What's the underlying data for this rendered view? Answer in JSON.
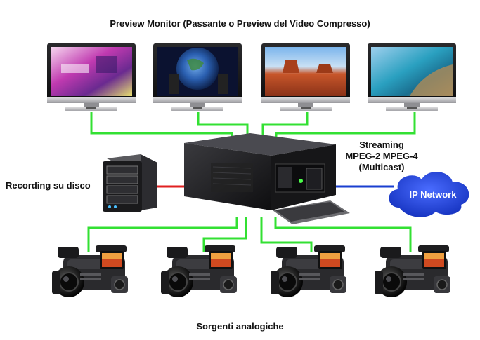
{
  "labels": {
    "title": "Preview Monitor (Passante o Preview del Video Compresso)",
    "recording": "Recording su disco",
    "streaming_line1": "Streaming",
    "streaming_line2": "MPEG-2 MPEG-4",
    "streaming_line3": "(Multicast)",
    "ip_network": "IP Network",
    "sources": "Sorgenti analogiche"
  },
  "monitor_scenes": [
    "studio",
    "earth",
    "canyon",
    "coast"
  ],
  "colors": {
    "preview_link": "#33e033",
    "recording_link": "#e02020",
    "streaming_link": "#1a3fd0",
    "cloud": "#1d3fe0",
    "device_body": "#1c1c1e"
  }
}
